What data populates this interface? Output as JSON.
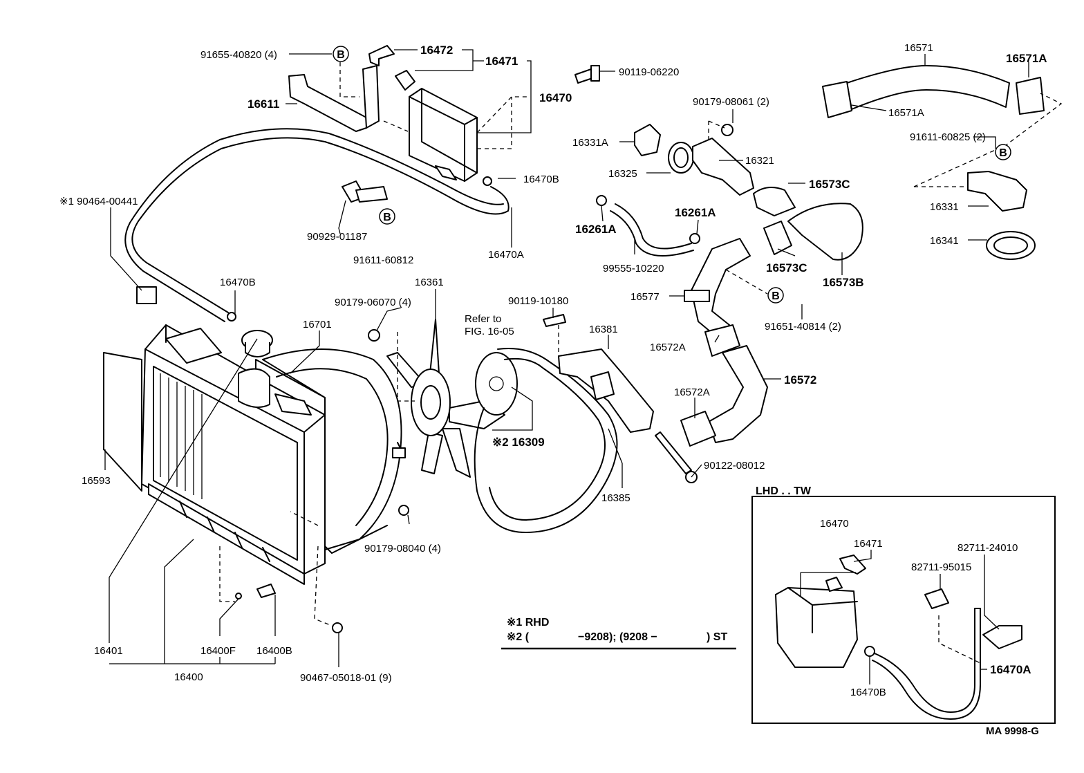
{
  "callouts": [
    {
      "id": "c1",
      "text": "91655-40820 (4)"
    },
    {
      "id": "c2",
      "text": "16472"
    },
    {
      "id": "c3",
      "text": "16471"
    },
    {
      "id": "c4",
      "text": "90119-06220"
    },
    {
      "id": "c5",
      "text": "16611"
    },
    {
      "id": "c6",
      "text": "16470"
    },
    {
      "id": "c7",
      "text": "16470B"
    },
    {
      "id": "c8",
      "text": "※1 90464-00441"
    },
    {
      "id": "c9",
      "text": "90929-01187"
    },
    {
      "id": "c10",
      "text": "91611-60812"
    },
    {
      "id": "c11",
      "text": "16470A"
    },
    {
      "id": "c12",
      "text": "16470B"
    },
    {
      "id": "c13",
      "text": "16361"
    },
    {
      "id": "c14",
      "text": "90179-06070 (4)"
    },
    {
      "id": "c15",
      "text": "90119-10180"
    },
    {
      "id": "c16",
      "text": "Refer to"
    },
    {
      "id": "c17",
      "text": "FIG. 16-05"
    },
    {
      "id": "c18",
      "text": "16701"
    },
    {
      "id": "c19",
      "text": "16381"
    },
    {
      "id": "c20",
      "text": "16593"
    },
    {
      "id": "c21",
      "text": "※2 16309"
    },
    {
      "id": "c22",
      "text": "16385"
    },
    {
      "id": "c23",
      "text": "90179-08040 (4)"
    },
    {
      "id": "c24",
      "text": "16401"
    },
    {
      "id": "c25",
      "text": "16400F"
    },
    {
      "id": "c26",
      "text": "16400B"
    },
    {
      "id": "c27",
      "text": "16400"
    },
    {
      "id": "c28",
      "text": "90467-05018-01 (9)"
    },
    {
      "id": "c29",
      "text": "90122-08012"
    },
    {
      "id": "c30",
      "text": "90179-08061 (2)"
    },
    {
      "id": "c31",
      "text": "16331A"
    },
    {
      "id": "c32",
      "text": "16321"
    },
    {
      "id": "c33",
      "text": "16325"
    },
    {
      "id": "c34",
      "text": "16573C"
    },
    {
      "id": "c35",
      "text": "16261A"
    },
    {
      "id": "c36",
      "text": "16261A"
    },
    {
      "id": "c37",
      "text": "99555-10220"
    },
    {
      "id": "c38",
      "text": "16573C"
    },
    {
      "id": "c39",
      "text": "16573B"
    },
    {
      "id": "c40",
      "text": "16577"
    },
    {
      "id": "c41",
      "text": "91651-40814 (2)"
    },
    {
      "id": "c42",
      "text": "16572A"
    },
    {
      "id": "c43",
      "text": "16572"
    },
    {
      "id": "c44",
      "text": "16572A"
    },
    {
      "id": "c45",
      "text": "16571"
    },
    {
      "id": "c46",
      "text": "16571A"
    },
    {
      "id": "c47",
      "text": "16571A"
    },
    {
      "id": "c48",
      "text": "91611-60825 (2)"
    },
    {
      "id": "c49",
      "text": "16331"
    },
    {
      "id": "c50",
      "text": "16341"
    },
    {
      "id": "c51",
      "text": "16470"
    },
    {
      "id": "c52",
      "text": "16471"
    },
    {
      "id": "c53",
      "text": "82711-24010"
    },
    {
      "id": "c54",
      "text": "82711-95015"
    },
    {
      "id": "c55",
      "text": "16470A"
    },
    {
      "id": "c56",
      "text": "16470B"
    }
  ],
  "markers": [
    "B",
    "B",
    "B",
    "B"
  ],
  "inset_title": "LHD . . TW",
  "notes": {
    "line1": "※1 RHD",
    "line2_prefix": "※2 (",
    "line2_a": "−9208); (9208 −",
    "line2_b": ") ST"
  },
  "figure_code": "MA 9998-G"
}
